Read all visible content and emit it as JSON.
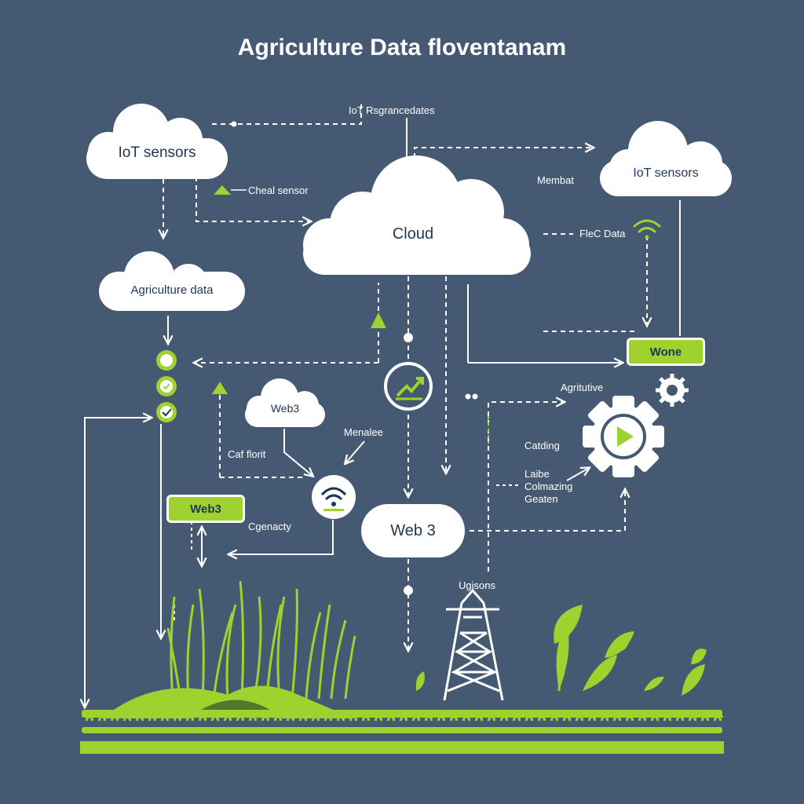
{
  "title": "Agriculture Data floventanam",
  "colors": {
    "background": "#455a72",
    "accent": "#9ed22e",
    "cloud": "#ffffff",
    "text_dark": "#1f3654",
    "line": "#ffffff"
  },
  "nodes": {
    "iot_sensors_left": "IoT sensors",
    "iot_sensors_right": "IoT sensors",
    "agriculture_data": "Agriculture data",
    "cloud": "Cloud",
    "web3_small": "Web3",
    "web3_large": "Web 3",
    "web3_box": "Web3",
    "wone_box": "Wone"
  },
  "labels": {
    "iot_top": "IoT Rsgrancedates",
    "cheal_sensor": "Cheal sensor",
    "membat": "Membat",
    "flet_data": "FleC Data",
    "caf_florit": "Caf florit",
    "menalee": "Menalee",
    "cgenacty": "Cgenacty",
    "agritutive": "Agritutive",
    "catding": "Catding",
    "laibe_colmazing_geaten": [
      "Laibe",
      "Colmazing",
      "Geaten"
    ],
    "ugisons": "Ugisons"
  },
  "icons": [
    "warning-triangle-icon",
    "wifi-icon",
    "wifi-signal-icon",
    "trend-up-icon",
    "gear-play-icon",
    "gear-icon",
    "check-icon",
    "status-circle-icon",
    "transmission-tower-icon",
    "crops-icon"
  ]
}
